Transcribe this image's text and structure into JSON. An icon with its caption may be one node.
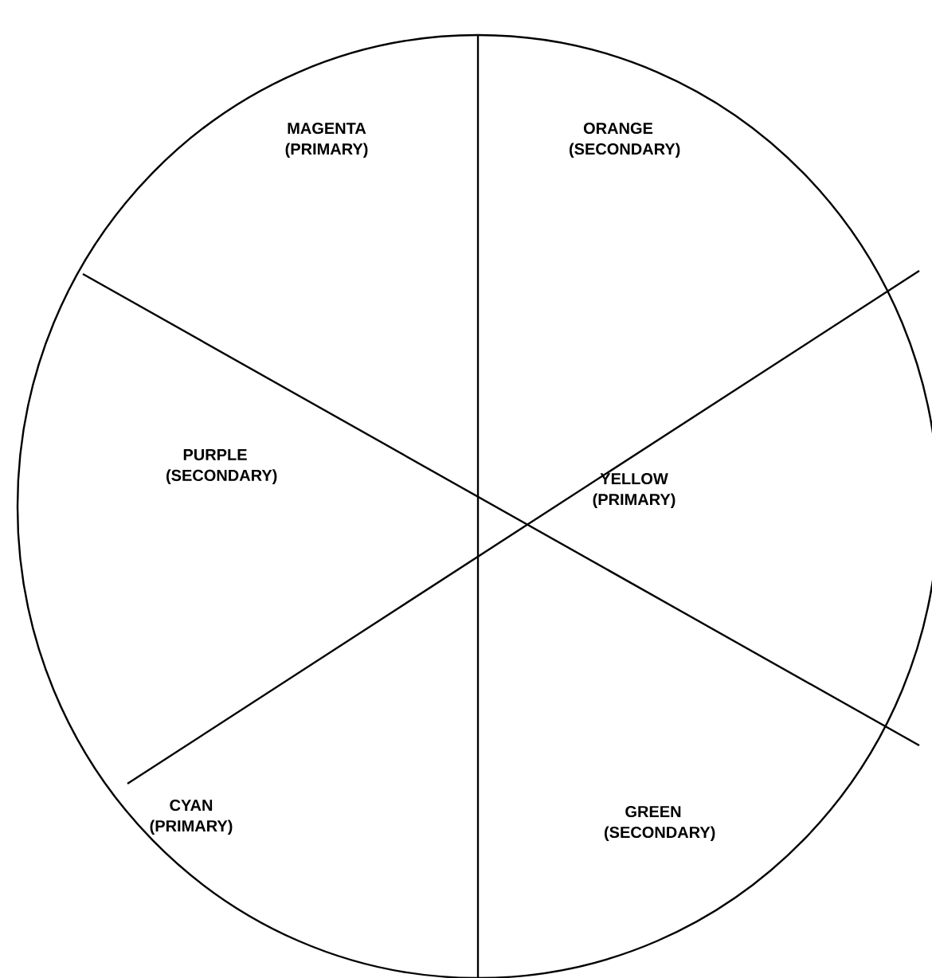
{
  "diagram": {
    "labels": [
      "MAGENTA (PRIMARY)",
      "ORANGE (SECONDARY)",
      "PURPLE (SECONDARY)",
      "YELLOW (PRIMARY)",
      "CYAN (PRIMARY)",
      "GREEN (SECONDARY)"
    ]
  }
}
